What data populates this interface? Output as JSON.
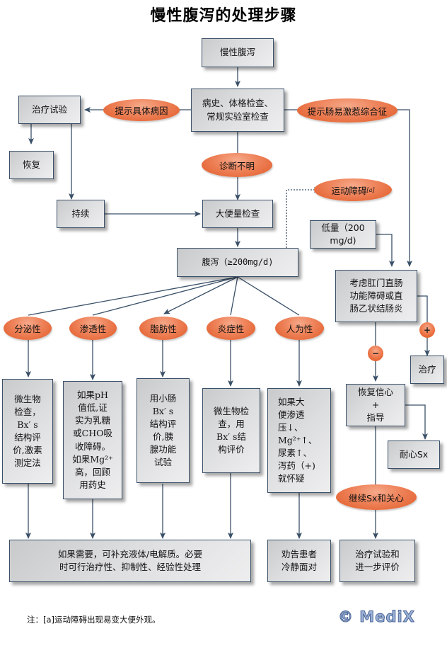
{
  "title": "慢性腹泻的处理步骤",
  "nodes": {
    "start": "慢性腹泻",
    "history": "病史、体格检查、\n常规实验室检查",
    "treat_trial": "治疗试验",
    "recover": "恢复",
    "persist": "持续",
    "stool_weight": "大便量检查",
    "diarrhea_high": "腹泻（≥200mg/d)",
    "low_volume": "低量（200\nmg/d)",
    "consider_anorectal": "考虑肛门直肠\n功能障碍或直\n肠乙状结肠炎",
    "treatment": "治疗",
    "reassure": "恢复信心\n+\n指导",
    "patient_sx": "耐心Sx",
    "secretory_detail": "微生物\n检查，\n  Bx′ s\n结构评\n价,激素\n测定法",
    "osmotic_detail": "如果pH\n值低,证\n实为乳糖\n或CHO吸\n收障碍。\n如果Mg²⁺\n高，回顾\n用药史",
    "fatty_detail": "用小肠\nBx′ s\n结构评\n价,胰\n腺功能\n试验",
    "inflammatory_detail": "微生物检\n查，用\nBx′ s结\n构评价",
    "factitious_detail": "如果大\n便渗透\n压↓、\nMg²⁺↑、\n尿素↑、\n泻药（+)\n就怀疑",
    "supportive": "如果需要，可补充液体/电解质。必要\n时可行治疗性、抑制性、经验性处理",
    "counsel": "劝告患者\n冷静面对",
    "trial_eval": "治疗试验和\n进一步评价"
  },
  "ellipses": {
    "specific_cause": "提示具体病因",
    "ibs": "提示肠易激惹综合征",
    "unclear": "诊断不明",
    "motility": "运动障碍",
    "motility_ref": "[a]",
    "secretory": "分泌性",
    "osmotic": "渗透性",
    "fatty": "脂肪性",
    "inflammatory": "炎症性",
    "factitious": "人为性",
    "continue_care": "继续Sx和关心"
  },
  "signs": {
    "positive": "+",
    "negative": "−"
  },
  "footnote": "注：[a]运动障碍出现易变大便外观。",
  "logo": "© MediX",
  "colors": {
    "line": "#3a5068",
    "ellipse": "#ec7446",
    "box": "#dcdddf"
  }
}
